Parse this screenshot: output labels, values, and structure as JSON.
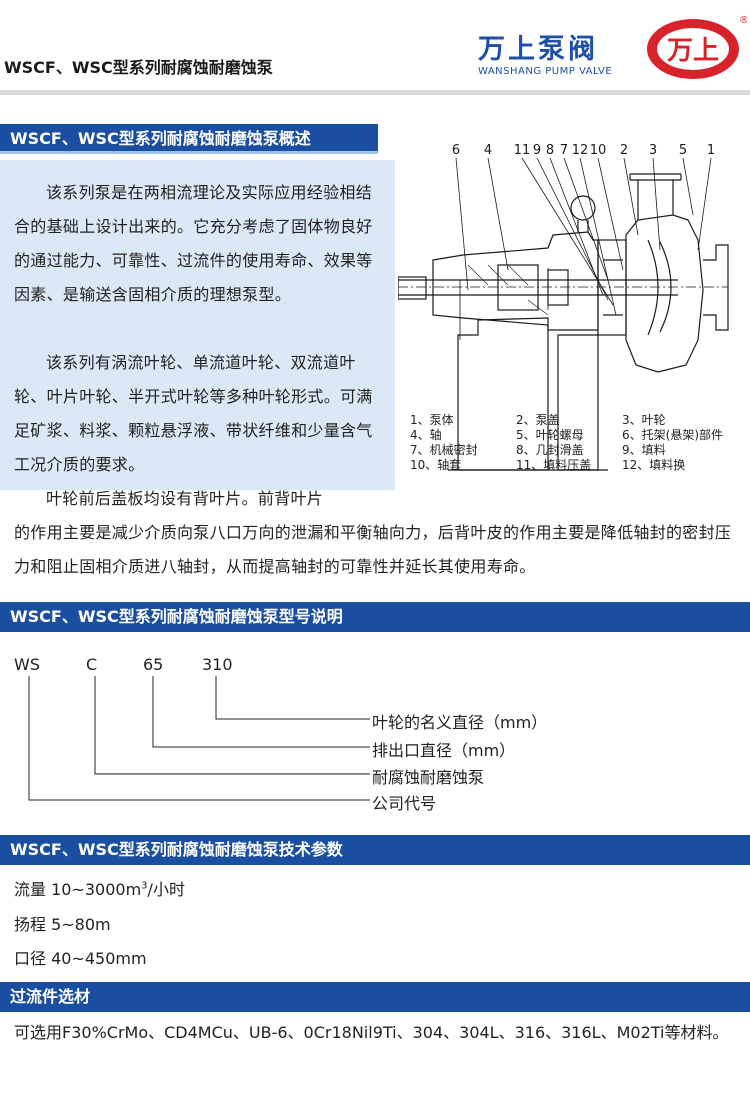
{
  "header": {
    "doc_title": "WSCF、WSC型系列耐腐蚀耐磨蚀泵",
    "brand_cn": "万上泵阀",
    "brand_en": "WANSHANG PUMP VALVE",
    "logo_text": "万上",
    "logo_mark": "®"
  },
  "colors": {
    "section_bar": "#1a4ea0",
    "panel": "#dbe9f7",
    "brand": "#1f4fa8",
    "logo_red": "#d8232a"
  },
  "overview": {
    "title": "WSCF、WSC型系列耐腐蚀耐磨蚀泵概述",
    "para1": "该系列泵是在两相流理论及实际应用经验相结合的基础上设计出来的。它充分考虑了固体物良好的通过能力、可靠性、过流件的使用寿命、效果等因素、是输送含固相介质的理想泵型。",
    "para2": "该系列有涡流叶轮、单流道叶轮、双流道叶轮、叶片叶轮、半开式叶轮等多种叶轮形式。可满足矿浆、料浆、颗粒悬浮液、带状纤维和少量含气工况介质的要求。",
    "para3_start": "叶轮前后盖板均设有背叶片。前背叶片",
    "para3_rest": "的作用主要是减少介质向泵八口万向的泄漏和平衡轴向力，后背叶皮的作用主要是降低轴封的密封压力和阻止固相介质进八轴封，从而提高轴封的可靠性并延长其使用寿命。"
  },
  "diagram": {
    "numbers": [
      "6",
      "4",
      "11",
      "9",
      "8",
      "7",
      "12",
      "10",
      "2",
      "3",
      "5",
      "1"
    ],
    "legend": [
      [
        "1、泵体",
        "2、泵盖",
        "3、叶轮"
      ],
      [
        "4、轴",
        "5、叶轮螺母",
        "6、托架(悬架)部件"
      ],
      [
        "7、机械密封",
        "8、几封滑盖",
        "9、填料"
      ],
      [
        "10、轴套",
        "11、填料压盖",
        "12、填料换"
      ]
    ]
  },
  "model": {
    "title": "WSCF、WSC型系列耐腐蚀耐磨蚀泵型号说明",
    "codes": [
      "WS",
      "C",
      "65",
      "310"
    ],
    "labels": [
      "叶轮的名义直径（mm）",
      "排出口直径（mm）",
      "耐腐蚀耐磨蚀泵",
      "公司代号"
    ]
  },
  "tech": {
    "title": "WSCF、WSC型系列耐腐蚀耐磨蚀泵技术参数",
    "flow_prefix": "流量 10~3000m",
    "flow_sup": "3",
    "flow_suffix": "/小时",
    "head": "扬程  5~80m",
    "bore": "口径  40~450mm"
  },
  "materials": {
    "title": "过流件选材",
    "text": "可选用F30%CrMo、CD4MCu、UB-6、0Cr18Nil9Ti、304、304L、316、316L、M02Ti等材料。"
  }
}
